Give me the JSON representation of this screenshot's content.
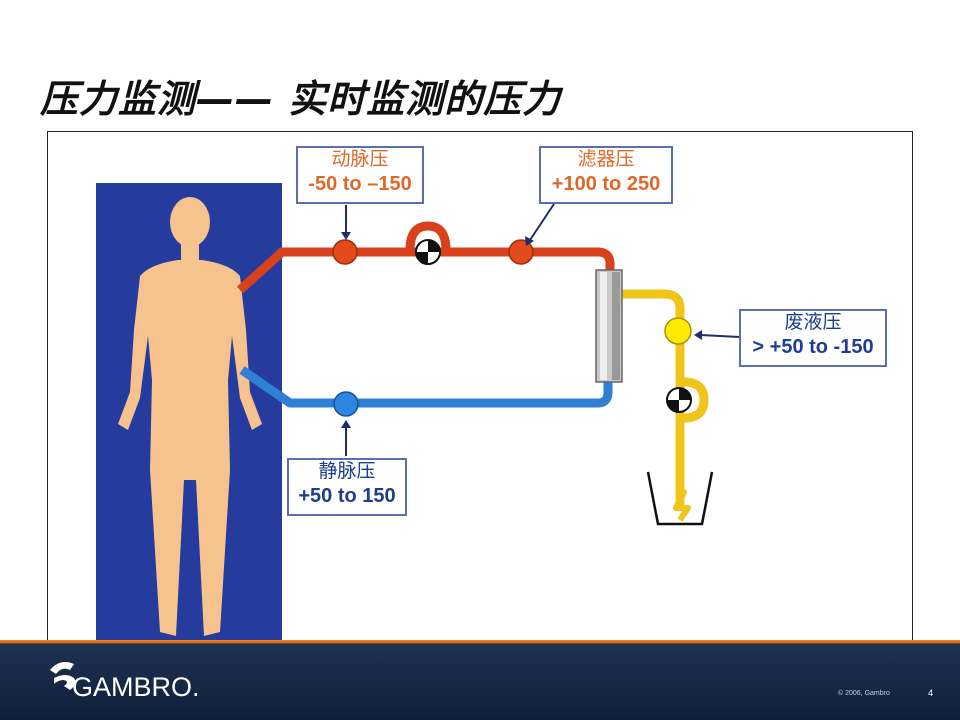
{
  "title": "压力监测—— 实时监测的压力",
  "labels": {
    "arterial": {
      "name": "动脉压",
      "value": "-50 to –150"
    },
    "filter": {
      "name": "滤器压",
      "value": "+100 to 250"
    },
    "effluent": {
      "name": "废液压",
      "value": "> +50 to -150"
    },
    "venous": {
      "name": "静脉压",
      "value": "+50 to 150"
    }
  },
  "colors": {
    "patient_panel": "#253c9e",
    "body": "#f6c28d",
    "arterial_line": "#d9401c",
    "venous_line": "#2f7fd4",
    "effluent_line": "#f0c419",
    "label_text_orange": "#e0692a",
    "label_text_blue": "#1d3d8f",
    "footer": "#1d3152"
  },
  "icons": [
    "human-body-icon",
    "pressure-sensor-icon",
    "roller-pump-icon",
    "hemofilter-icon",
    "collection-bag-icon"
  ],
  "footer": {
    "brand": "GAMBRO.",
    "copyright": "© 2006, Gambro",
    "page": "4"
  }
}
